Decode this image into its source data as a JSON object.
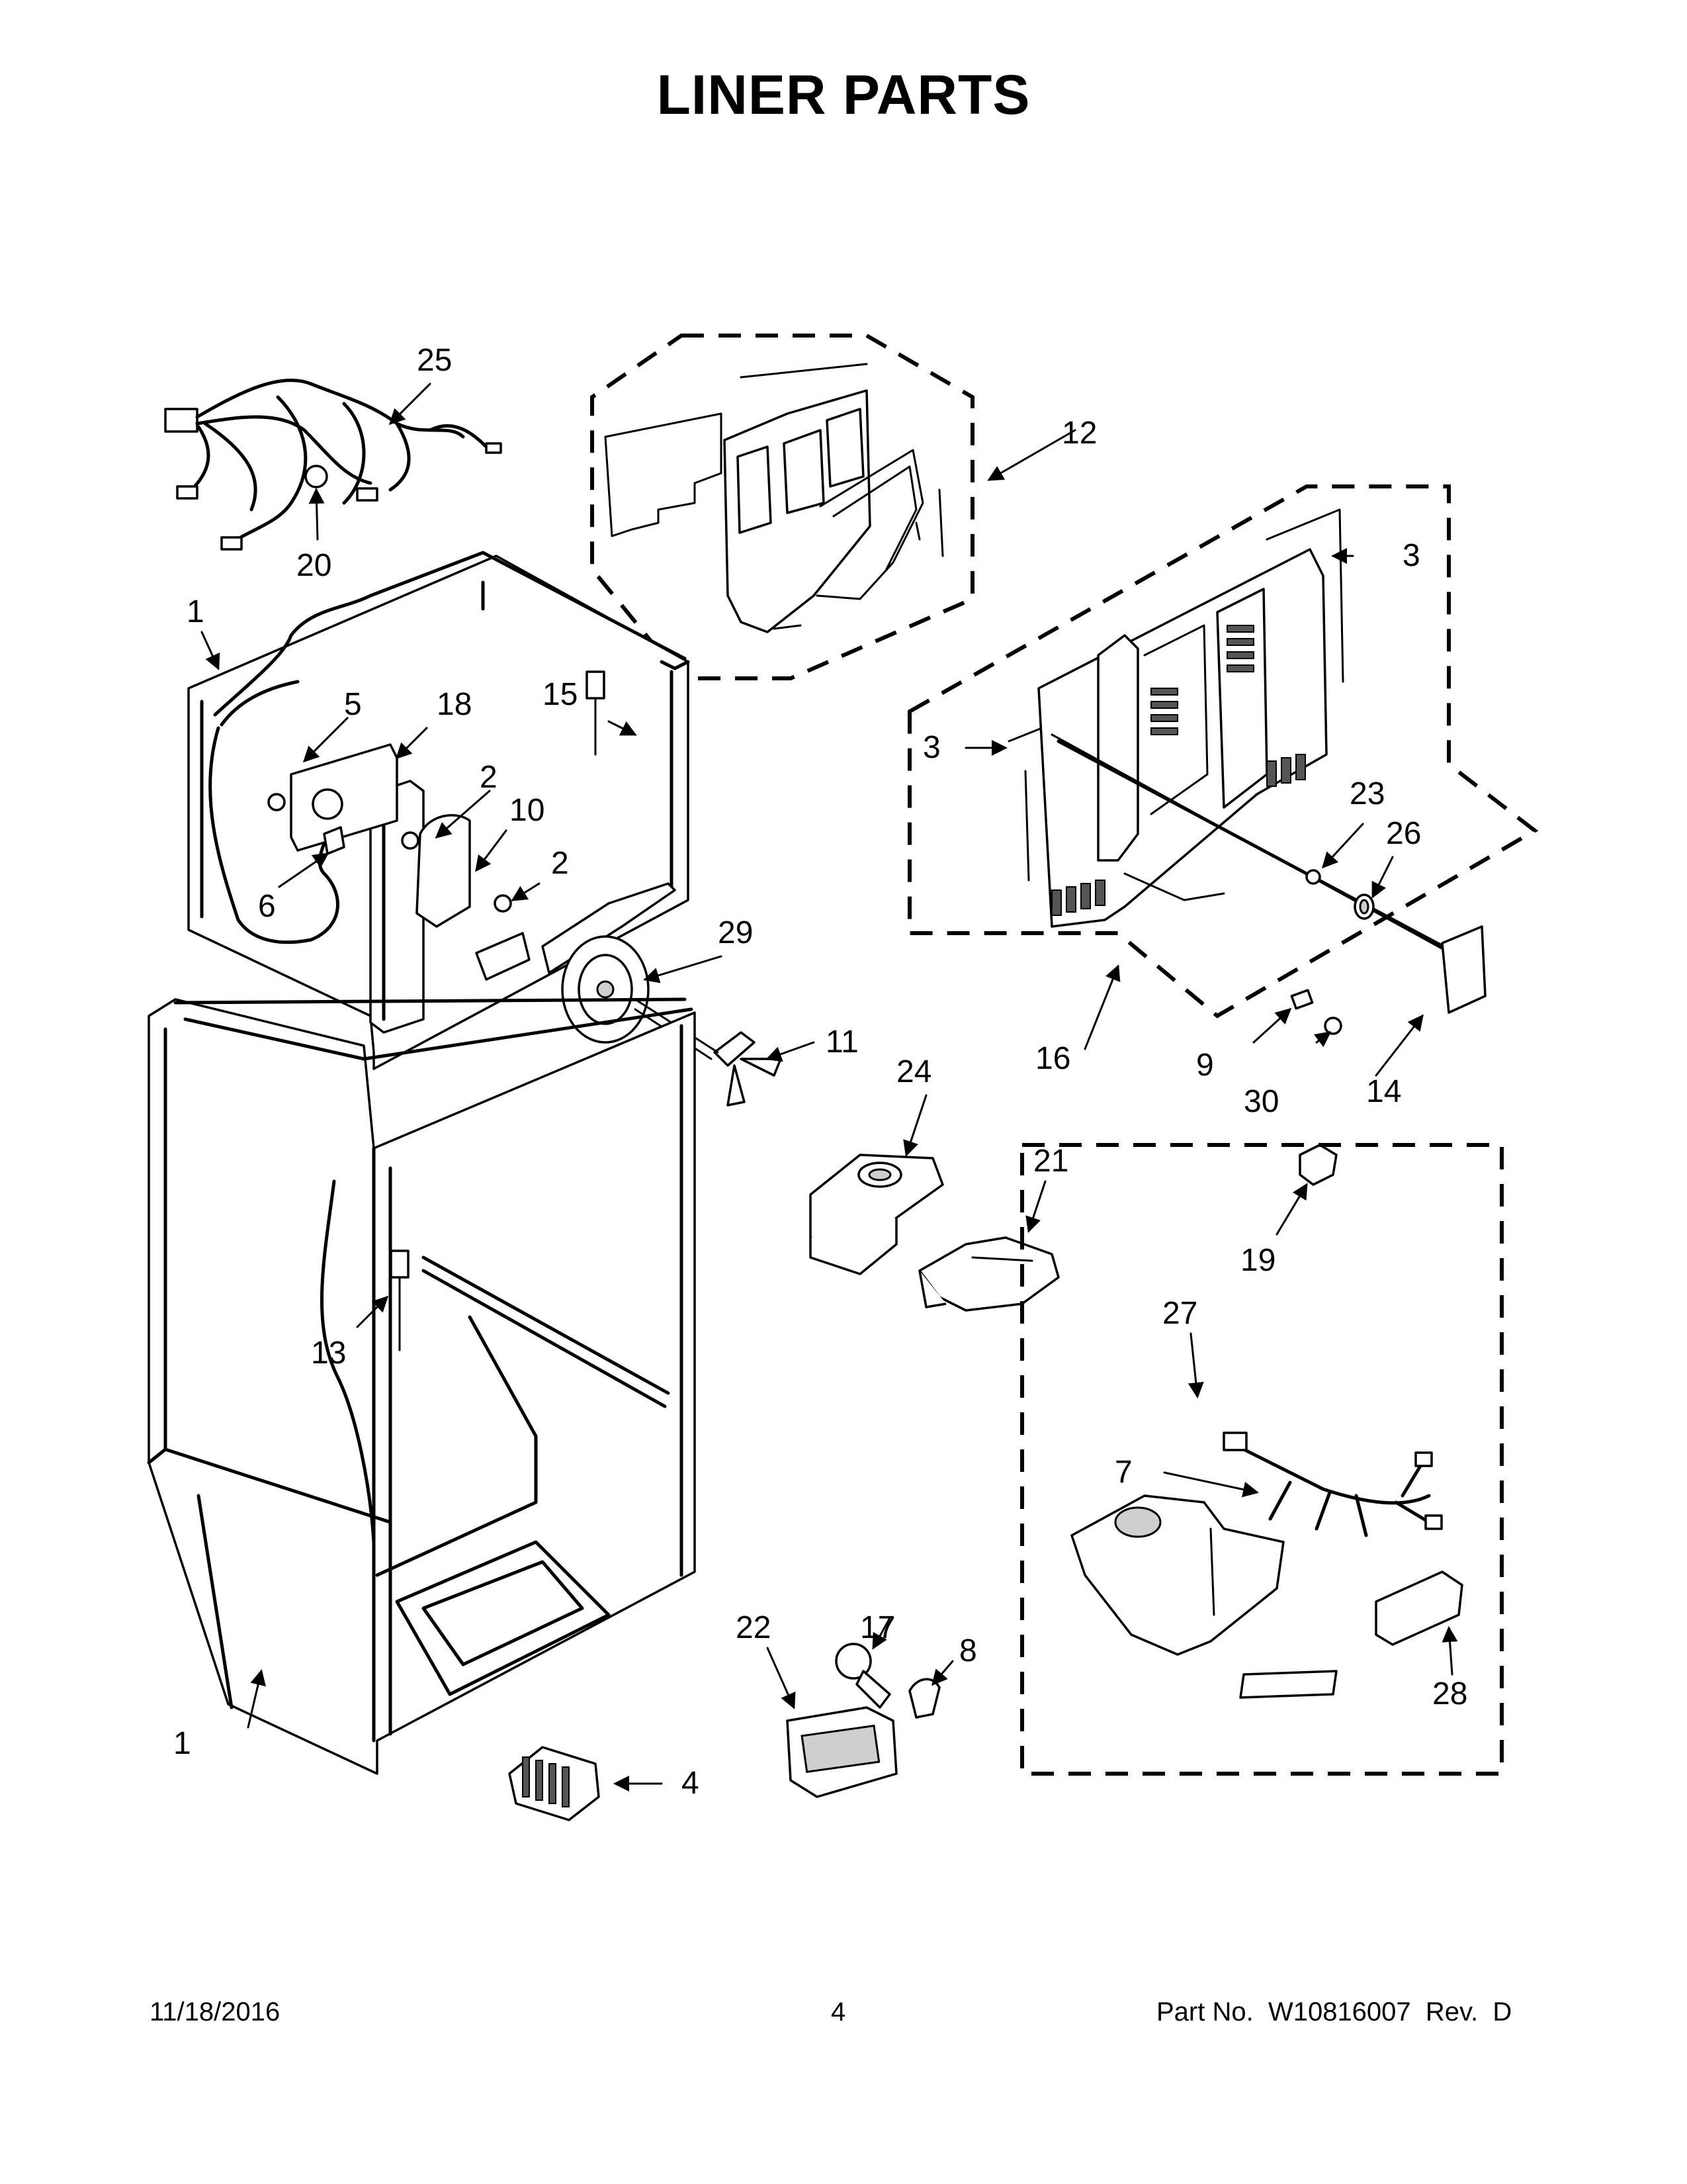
{
  "title": "LINER PARTS",
  "footer": {
    "date": "11/18/2016",
    "page": "4",
    "part_number": "Part No.  W10816007  Rev.  D"
  },
  "callouts": {
    "c1a": "1",
    "c1b": "1",
    "c2a": "2",
    "c2b": "2",
    "c3a": "3",
    "c3b": "3",
    "c4": "4",
    "c5": "5",
    "c6": "6",
    "c7": "7",
    "c8": "8",
    "c9": "9",
    "c10": "10",
    "c11": "11",
    "c12": "12",
    "c13": "13",
    "c14": "14",
    "c15": "15",
    "c16": "16",
    "c17": "17",
    "c18": "18",
    "c19": "19",
    "c20": "20",
    "c21": "21",
    "c22": "22",
    "c23": "23",
    "c24": "24",
    "c25": "25",
    "c26": "26",
    "c27": "27",
    "c28": "28",
    "c29": "29",
    "c30": "30"
  }
}
